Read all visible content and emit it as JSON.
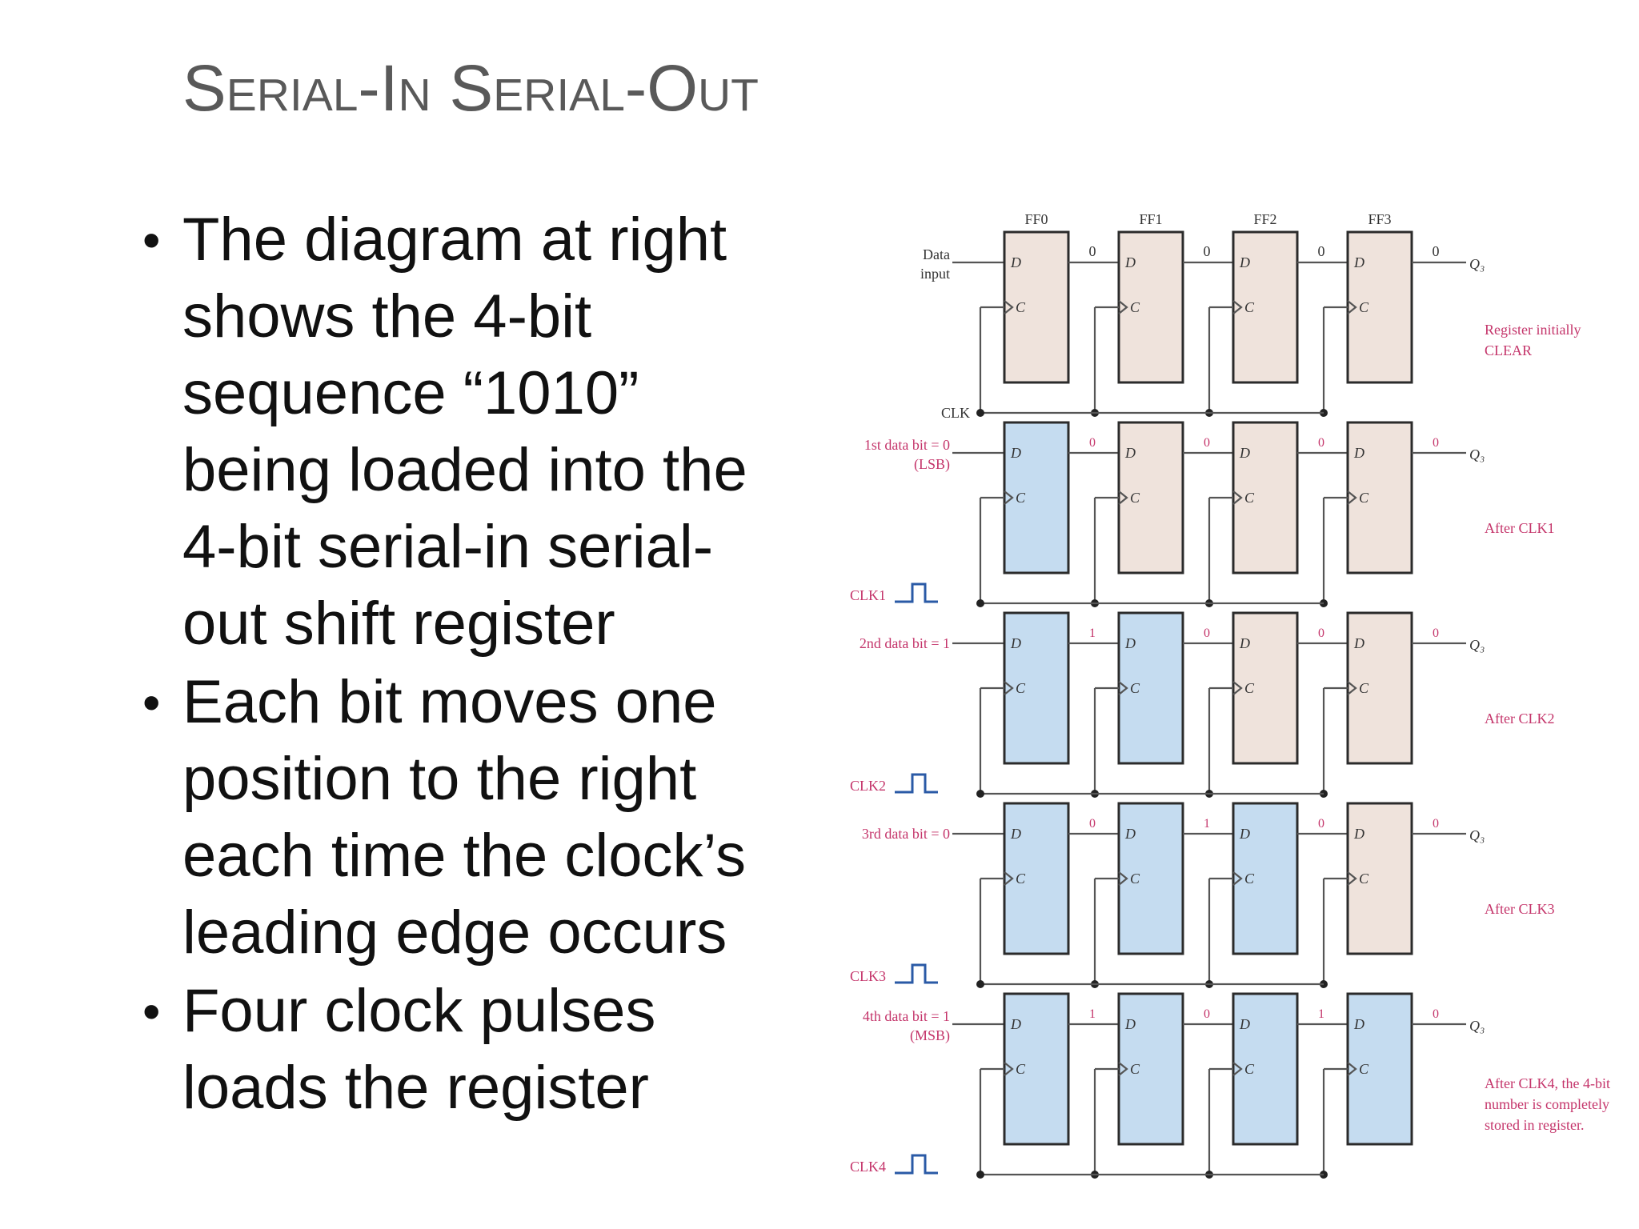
{
  "slide": {
    "title": "Serial-In Serial-Out",
    "bullets": [
      {
        "lines": [
          "The diagram at right",
          "shows the 4-bit",
          "sequence “1010”",
          "being loaded into the",
          "4-bit serial-in serial-",
          "out shift register"
        ]
      },
      {
        "lines": [
          "Each bit moves one",
          "position to the right",
          "each time the clock’s",
          "leading edge occurs"
        ]
      },
      {
        "lines": [
          "Four clock pulses",
          "loads the register"
        ]
      }
    ]
  },
  "diagram": {
    "ff_names": [
      "FF0",
      "FF1",
      "FF2",
      "FF3"
    ],
    "pin_d": "D",
    "pin_c": "C",
    "output_label": "Q₃",
    "colors": {
      "blue": "#c5dcf0",
      "beige": "#efe3dc",
      "annotation": "#c4346a"
    },
    "rows": [
      {
        "input_label": [
          "Data",
          "input"
        ],
        "clock_label": "CLK",
        "pulse": false,
        "bits": [
          "0",
          "0",
          "0",
          "0"
        ],
        "filled": [
          false,
          false,
          false,
          false
        ],
        "note": [
          "Register initially",
          "CLEAR"
        ]
      },
      {
        "input_label": [
          "1st data bit = 0",
          "(LSB)"
        ],
        "clock_label": "CLK1",
        "pulse": true,
        "bits": [
          "0",
          "0",
          "0",
          "0"
        ],
        "filled": [
          true,
          false,
          false,
          false
        ],
        "note": [
          "After CLK1"
        ]
      },
      {
        "input_label": [
          "2nd data bit = 1"
        ],
        "clock_label": "CLK2",
        "pulse": true,
        "bits": [
          "1",
          "0",
          "0",
          "0"
        ],
        "filled": [
          true,
          true,
          false,
          false
        ],
        "note": [
          "After CLK2"
        ]
      },
      {
        "input_label": [
          "3rd data bit = 0"
        ],
        "clock_label": "CLK3",
        "pulse": true,
        "bits": [
          "0",
          "1",
          "0",
          "0"
        ],
        "filled": [
          true,
          true,
          true,
          false
        ],
        "note": [
          "After CLK3"
        ]
      },
      {
        "input_label": [
          "4th data bit = 1",
          "(MSB)"
        ],
        "clock_label": "CLK4",
        "pulse": true,
        "bits": [
          "1",
          "0",
          "1",
          "0"
        ],
        "filled": [
          true,
          true,
          true,
          true
        ],
        "note": [
          "After CLK4, the 4-bit",
          "number is completely",
          "stored in register."
        ]
      }
    ]
  }
}
